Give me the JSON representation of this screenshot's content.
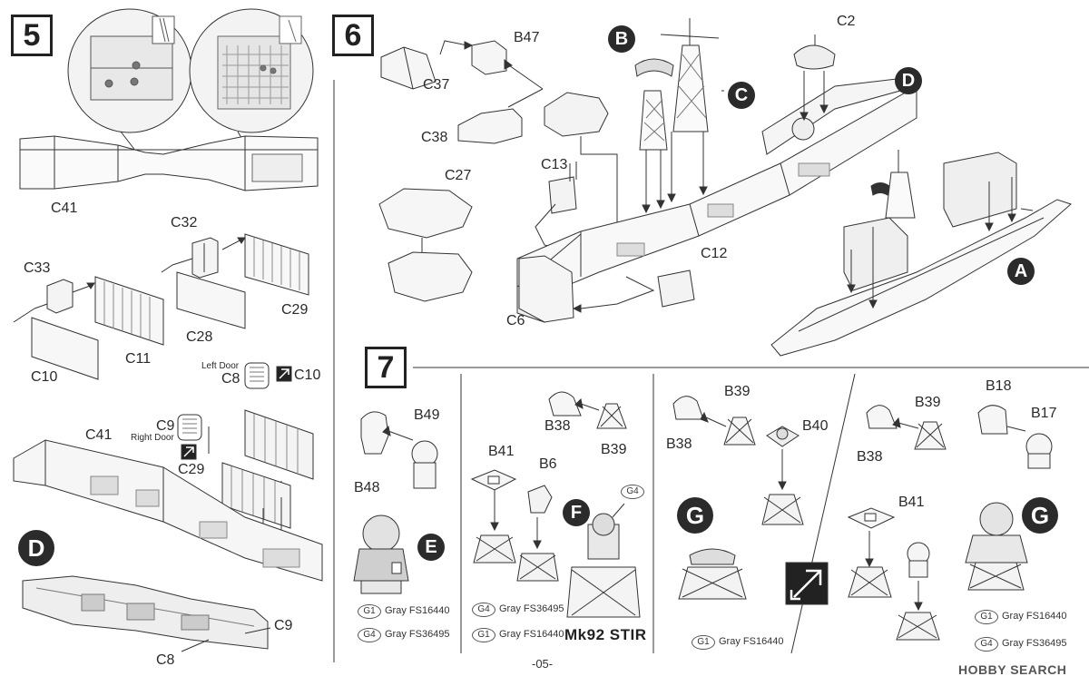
{
  "steps": {
    "s5": "5",
    "s6": "6",
    "s7": "7"
  },
  "labels": {
    "c41_top": "C41",
    "c32": "C32",
    "c33": "C33",
    "c29_top": "C29",
    "c28": "C28",
    "c11": "C11",
    "c10_left": "C10",
    "c8_top": "C8",
    "left_door": "Left Door",
    "c10_arrow": "C10",
    "c9_top": "C9",
    "right_door": "Right Door",
    "c29_mid": "C29",
    "c41_mid": "C41",
    "c9_bottom": "C9",
    "c8_bottom": "C8",
    "b47": "B47",
    "c37": "C37",
    "c38": "C38",
    "c27": "C27",
    "c13": "C13",
    "c12": "C12",
    "c6": "C6",
    "c2": "C2",
    "b49": "B49",
    "b48": "B48",
    "b38_a": "B38",
    "b39_a": "B39",
    "b41_a": "B41",
    "b6": "B6",
    "g4_tag": "G4",
    "b39_b": "B39",
    "b38_b": "B38",
    "b40": "B40",
    "b39_c": "B39",
    "b38_c": "B38",
    "b18": "B18",
    "b17": "B17",
    "b41_b": "B41"
  },
  "callouts": {
    "d_left": "D",
    "b": "B",
    "c": "C",
    "d_right": "D",
    "a": "A",
    "e": "E",
    "f": "F",
    "g_mid": "G",
    "g_right": "G"
  },
  "paints": [
    {
      "code": "G1",
      "name": "Gray FS16440"
    },
    {
      "code": "G4",
      "name": "Gray FS36495"
    },
    {
      "code": "G4",
      "name": "Gray FS36495"
    },
    {
      "code": "G1",
      "name": "Gray FS16440"
    },
    {
      "code": "G1",
      "name": "Gray FS16440"
    },
    {
      "code": "G1",
      "name": "Gray FS16440"
    },
    {
      "code": "G4",
      "name": "Gray FS36495"
    }
  ],
  "mk92": "Mk92 STIR",
  "page_number": "-05-",
  "watermark": "HOBBY SEARCH"
}
